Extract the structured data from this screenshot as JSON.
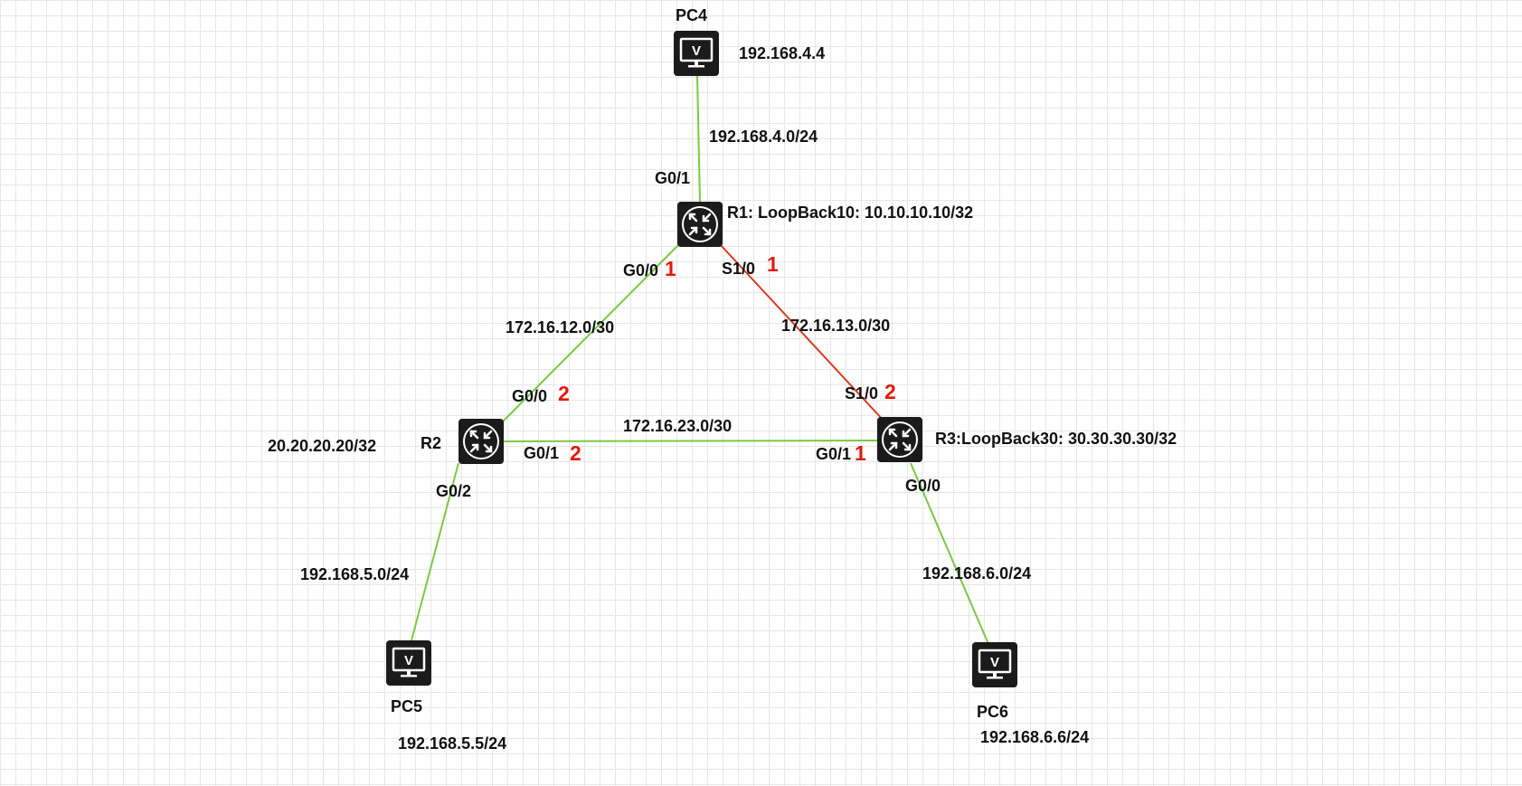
{
  "colors": {
    "ethernet_link": "#7ac943",
    "serial_link": "#d9391f",
    "interface_number": "#e3180b",
    "device_fill": "#1b1b1b"
  },
  "devices": {
    "pc4": {
      "name": "PC4",
      "ip": "192.168.4.4",
      "icon": "pc-monitor-icon"
    },
    "pc5": {
      "name": "PC5",
      "ip": "192.168.5.5/24",
      "icon": "pc-monitor-icon"
    },
    "pc6": {
      "name": "PC6",
      "ip": "192.168.6.6/24",
      "icon": "pc-monitor-icon"
    },
    "r1": {
      "label": "R1: LoopBack10: 10.10.10.10/32",
      "icon": "router-icon"
    },
    "r2": {
      "name": "R2",
      "loopback": "20.20.20.20/32",
      "icon": "router-icon"
    },
    "r3": {
      "label": "R3:LoopBack30: 30.30.30.30/32",
      "icon": "router-icon"
    }
  },
  "links": {
    "pc4_r1": {
      "network": "192.168.4.0/24",
      "r1_port": "G0/1",
      "type": "ethernet"
    },
    "r1_r2": {
      "network": "172.16.12.0/30",
      "r1_port": "G0/0",
      "r1_num": "1",
      "r2_port": "G0/0",
      "r2_num": "2",
      "type": "ethernet"
    },
    "r1_r3": {
      "network": "172.16.13.0/30",
      "r1_port": "S1/0",
      "r1_num": "1",
      "r3_port": "S1/0",
      "r3_num": "2",
      "type": "serial"
    },
    "r2_r3": {
      "network": "172.16.23.0/30",
      "r2_port": "G0/1",
      "r2_num": "2",
      "r3_port": "G0/1",
      "r3_num": "1",
      "type": "ethernet"
    },
    "r2_pc5": {
      "network": "192.168.5.0/24",
      "r2_port": "G0/2",
      "type": "ethernet"
    },
    "r3_pc6": {
      "network": "192.168.6.0/24",
      "r3_port": "G0/0",
      "type": "ethernet"
    }
  }
}
